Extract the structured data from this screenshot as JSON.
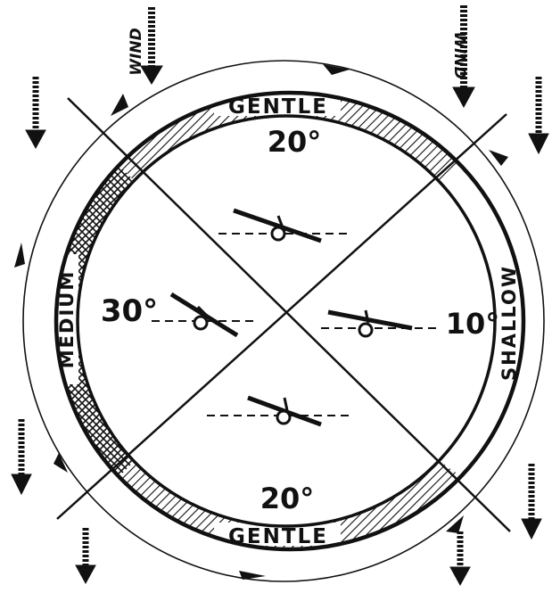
{
  "band_labels": {
    "top": "GENTLE",
    "bottom": "GENTLE",
    "left": "MEDIUM",
    "right": "SHALLOW"
  },
  "angles": {
    "top": "20°",
    "bottom": "20°",
    "left": "30°",
    "right": "10°"
  },
  "wind_labels": {
    "left": "WIND",
    "right": "WIND"
  },
  "colors": {
    "ink": "#111111",
    "background": "#ffffff"
  }
}
